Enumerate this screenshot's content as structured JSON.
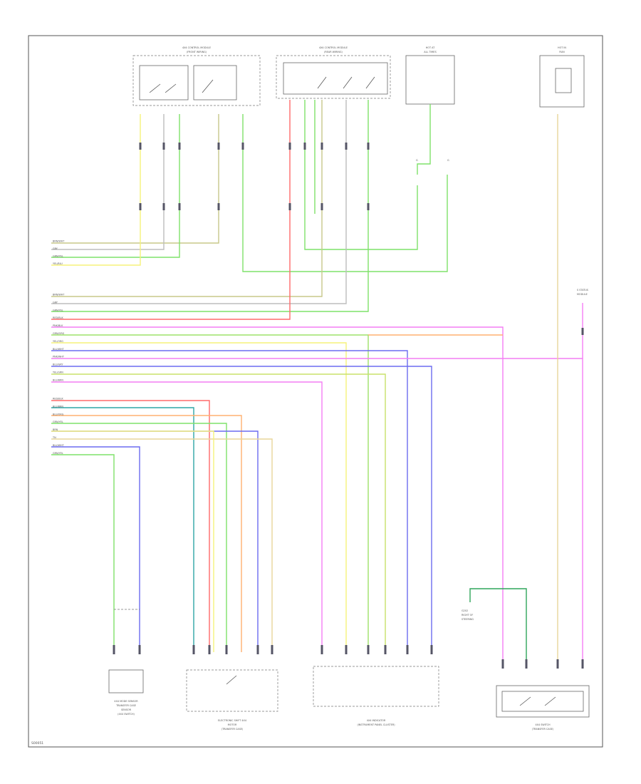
{
  "diagram": {
    "footer_code": "S00051",
    "components": {
      "top_left_module": {
        "title": [
          "4X4 CONTROL MODULE",
          "(FRONT WIRING)"
        ]
      },
      "top_center_module": {
        "title": [
          "4X4 CONTROL MODULE",
          "(REAR WIRING)"
        ]
      },
      "relay_module": {
        "title": [
          "HOT AT",
          "ALL TIMES"
        ]
      },
      "right_module": {
        "title": [
          "HOT IN",
          "RUN"
        ]
      },
      "splice_right": {
        "title": [
          "S STATUS",
          "MODULE"
        ]
      },
      "bottom_left": {
        "title": [
          "4X4 MODE SENSOR",
          "TRANSFER CASE",
          "SENSOR",
          "(4X4 SWITCH)"
        ]
      },
      "bottom_2": {
        "title": [
          "ELECTRONIC SHIFT 4X4",
          "MOTOR",
          "(TRANSFER CASE)"
        ]
      },
      "bottom_3": {
        "title": [
          "4X4 INDICATOR",
          "(INSTRUMENT PANEL CLUSTER)"
        ]
      },
      "bottom_right": {
        "title": [
          "4X4 SWITCH",
          "(TRANSFER CASE)"
        ]
      },
      "left_ground": {
        "title": [
          "G202",
          "RIGHT OF",
          "STEERING"
        ]
      }
    },
    "wire_labels_group1": [
      "BRN/WHT",
      "GRY",
      "GRN/YEL",
      "YEL/BLU"
    ],
    "wire_labels_group2": [
      "BRN/WHT",
      "GRY",
      "GRN/YEL",
      "RED/BLK",
      "PNK/BLK",
      "GRN/ORG",
      "YEL/ORG",
      "BLU/WHT",
      "PNK/WHT",
      "BLU/GRY",
      "YEL/GRN",
      "BLU/BRN"
    ],
    "wire_labels_group3": [
      "RED/BLK",
      "BLU/BRN",
      "BLU/ORG",
      "GRN/YEL",
      "BRN",
      "TN",
      "BLU/WHT",
      "GRN/YEL"
    ]
  }
}
